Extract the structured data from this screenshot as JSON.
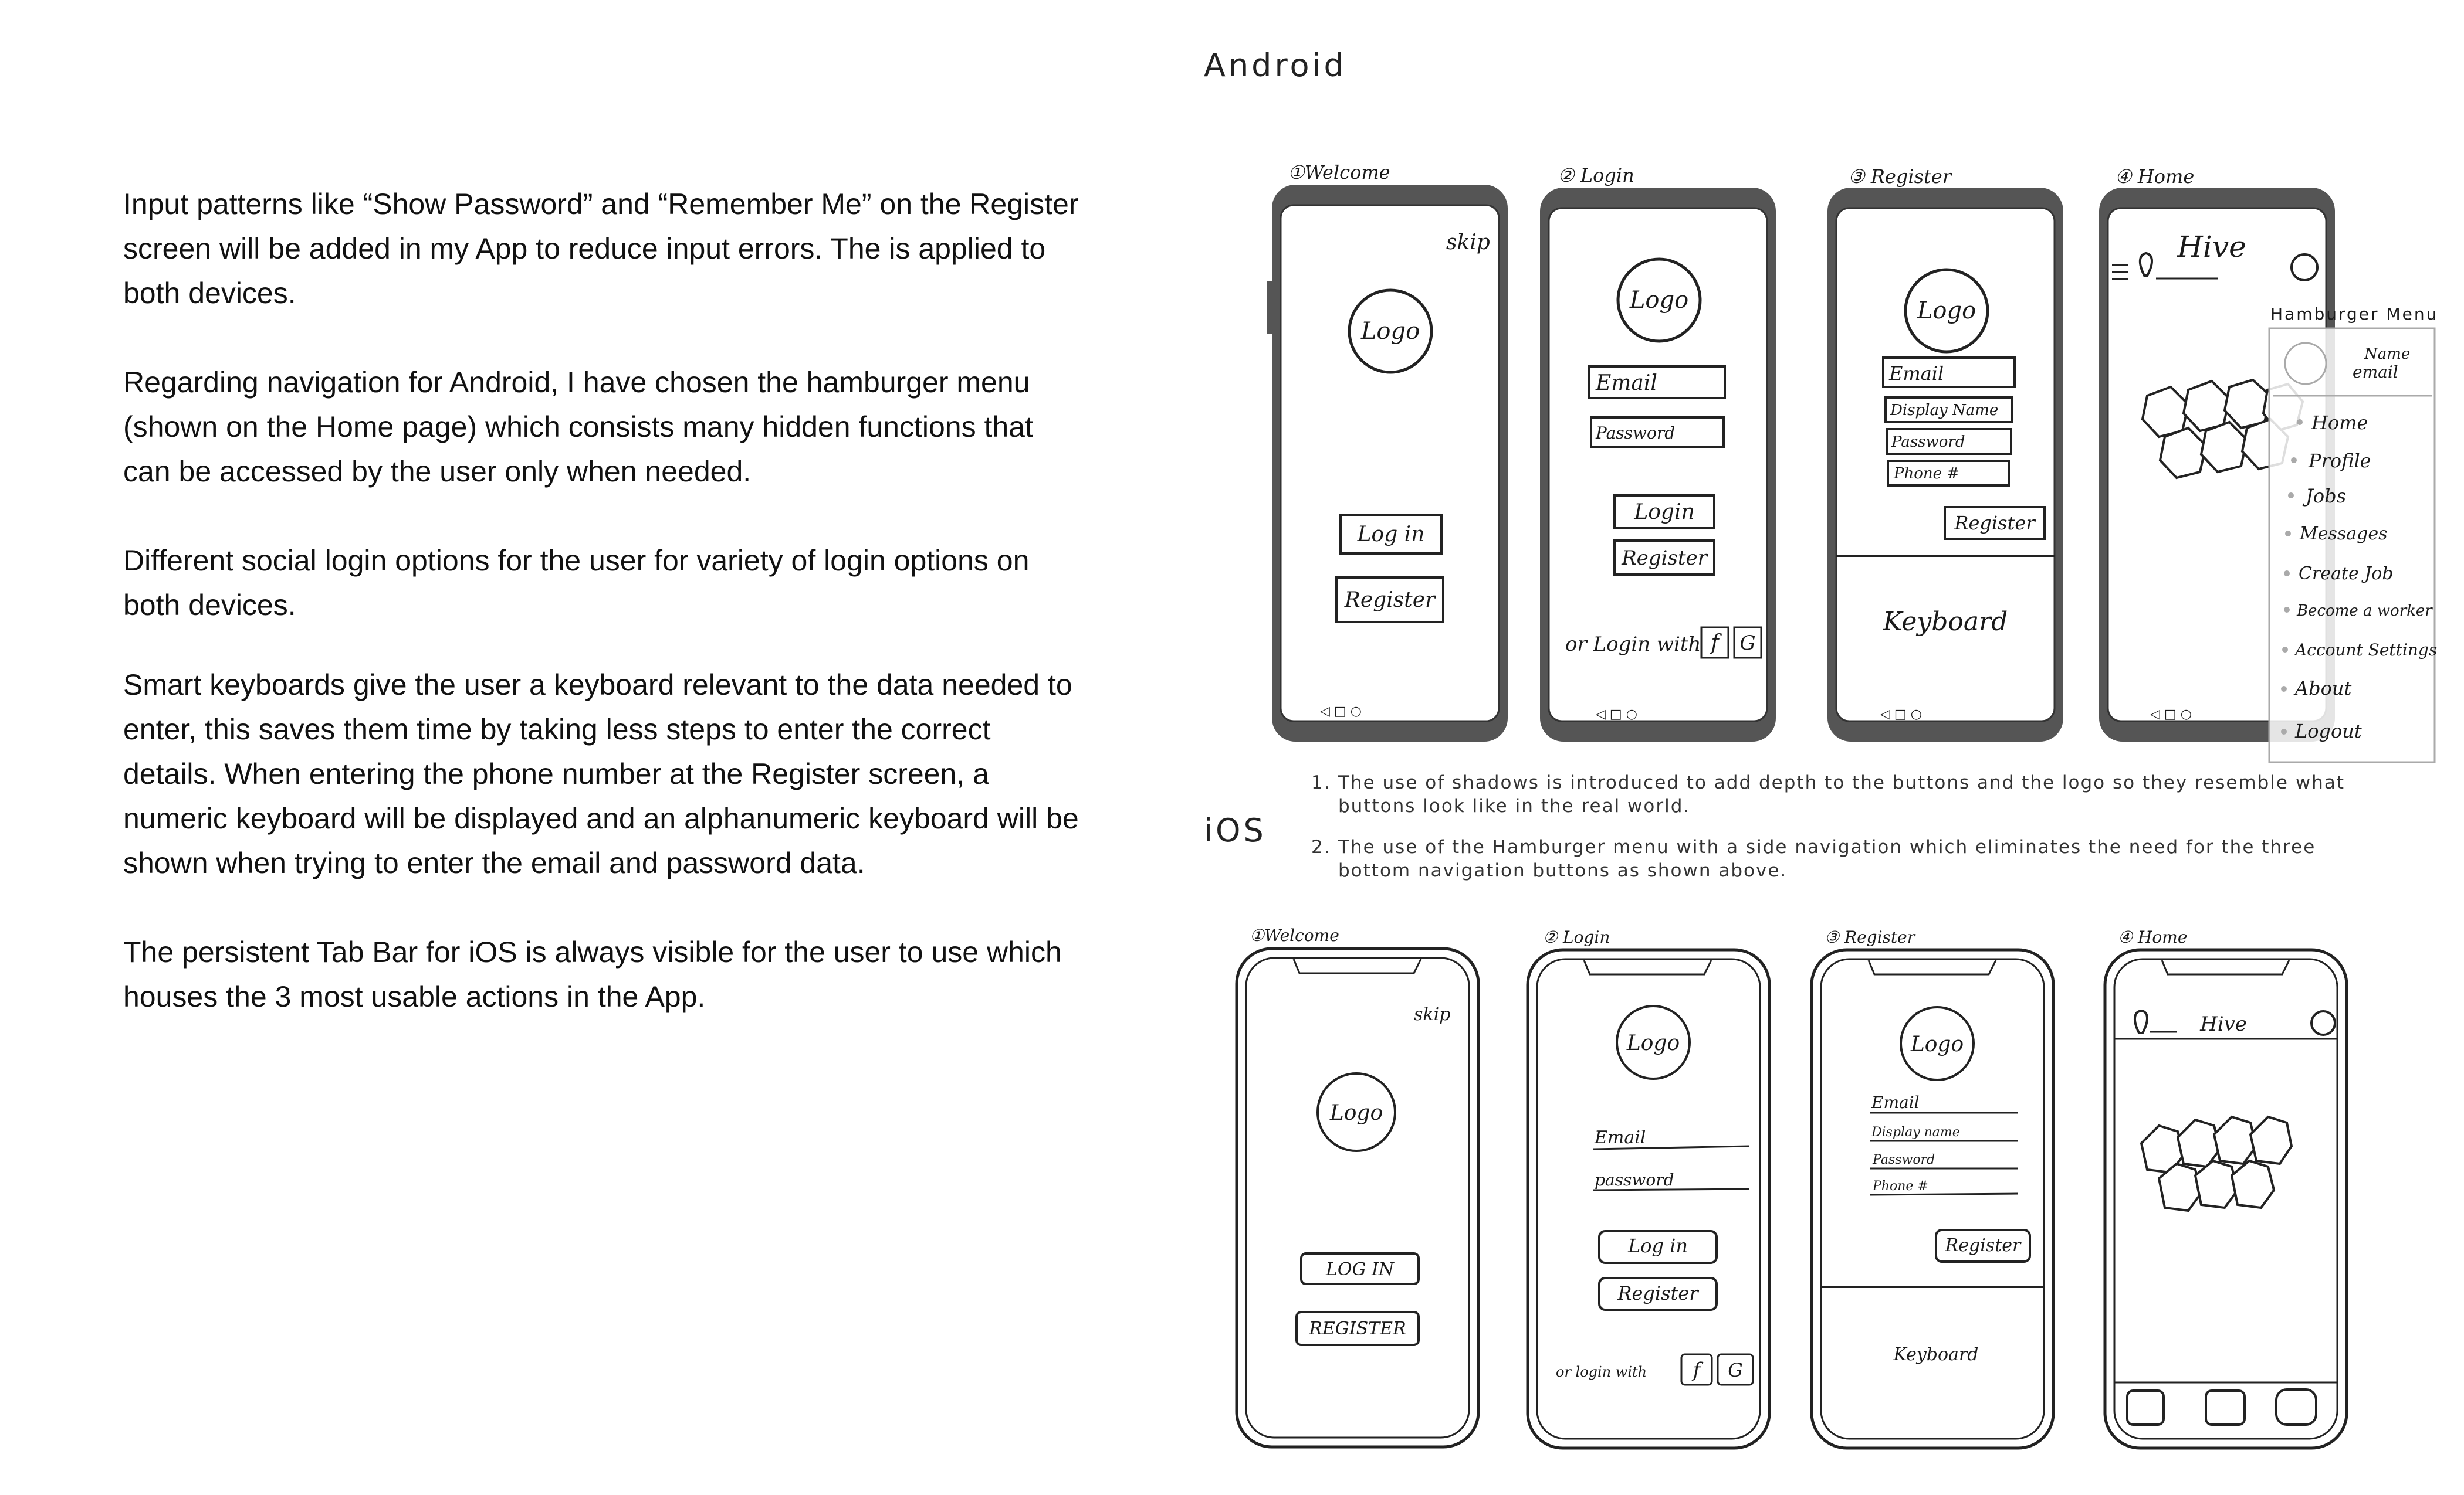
{
  "body_paragraphs": [
    "Input patterns like “Show Password” and “Remember Me”  on the Register screen will be added in my App to reduce input errors. The is applied to both devices.",
    "Regarding navigation for Android, I have chosen the hamburger menu (shown on the Home page) which consists many hidden functions that can be accessed by the user only when needed.",
    "Different social login options for the user for variety of login options on both devices.",
    "Smart keyboards give the user a keyboard relevant to the data needed to enter, this saves them time by taking less steps to enter the correct details. When entering the phone number at the Register screen, a numeric keyboard will be displayed and an alphanumeric keyboard will be shown when trying to enter the email and password data.",
    "The persistent Tab Bar for iOS is always visible for the user to use which houses the 3 most usable actions in the App."
  ],
  "android": {
    "title": "Android",
    "screens": [
      {
        "caption": "①Welcome",
        "skip": "skip",
        "logo": "Logo",
        "login_button": "Log in",
        "register_button": "Register"
      },
      {
        "caption": "② Login",
        "logo": "Logo",
        "email_field": "Email",
        "password_field": "Password",
        "login_button": "Login",
        "register_button": "Register",
        "social_label": "or Login with",
        "facebook": "f",
        "google": "G"
      },
      {
        "caption": "③ Register",
        "logo": "Logo",
        "email_field": "Email",
        "display_name_field": "Display Name",
        "password_field": "Password",
        "phone_field": "Phone #",
        "register_button": "Register",
        "keyboard_label": "Keyboard"
      },
      {
        "caption": "④ Home",
        "app_title": "Hive"
      }
    ],
    "hamburger": {
      "title": "Hamburger Menu",
      "profile_name": "Name",
      "profile_email": "email",
      "items": [
        "Home",
        "Profile",
        "Jobs",
        "Messages",
        "Create Job",
        "Become a worker",
        "Account Settings",
        "About",
        "Logout"
      ]
    }
  },
  "notes": [
    {
      "num": "1.",
      "text": "The use of shadows is introduced to add depth to the buttons and the logo so they resemble what buttons look like in the real world."
    },
    {
      "num": "2.",
      "text": "The use of the Hamburger menu with a side navigation which eliminates the need for the three bottom navigation buttons as shown above."
    }
  ],
  "ios": {
    "title": "iOS",
    "screens": [
      {
        "caption": "①Welcome",
        "skip": "skip",
        "logo": "Logo",
        "login_button": "LOG IN",
        "register_button": "REGISTER"
      },
      {
        "caption": "② Login",
        "logo": "Logo",
        "email_field": "Email",
        "password_field": "password",
        "login_button": "Log in",
        "register_button": "Register",
        "social_label": "or login with",
        "facebook": "f",
        "google": "G"
      },
      {
        "caption": "③ Register",
        "logo": "Logo",
        "email_field": "Email",
        "display_name_field": "Display name",
        "password_field": "Password",
        "phone_field": "Phone #",
        "register_button": "Register",
        "keyboard_label": "Keyboard"
      },
      {
        "caption": "④ Home",
        "app_title": "Hive"
      }
    ]
  }
}
